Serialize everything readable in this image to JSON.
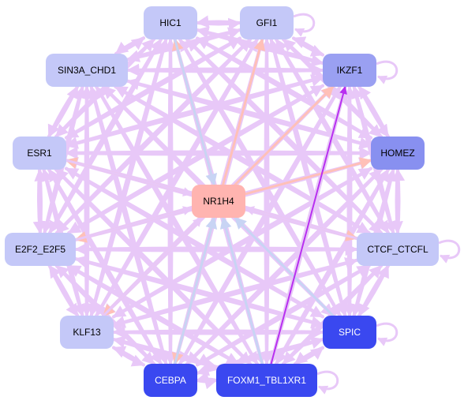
{
  "colors": {
    "background": "#ffffff",
    "edge_main": "#e8c8f8",
    "edge_salmon": "#ffc0b8",
    "edge_blue": "#c8d4f4",
    "edge_strong": "#b830f0",
    "node_pale": "#c4c8f8",
    "node_mid": "#9aa0f2",
    "node_strong": "#3a48f0",
    "node_center": "#ffb4b0"
  },
  "nodes": [
    {
      "id": "HIC1",
      "label": "HIC1",
      "fill": "#c4c8f8",
      "text": "#000000"
    },
    {
      "id": "GFI1",
      "label": "GFI1",
      "fill": "#c4c8f8",
      "text": "#000000"
    },
    {
      "id": "SIN3A_CHD1",
      "label": "SIN3A_CHD1",
      "fill": "#c4c8f8",
      "text": "#000000"
    },
    {
      "id": "IKZF1",
      "label": "IKZF1",
      "fill": "#9aa0f2",
      "text": "#000000"
    },
    {
      "id": "ESR1",
      "label": "ESR1",
      "fill": "#c4c8f8",
      "text": "#000000"
    },
    {
      "id": "HOMEZ",
      "label": "HOMEZ",
      "fill": "#8890f0",
      "text": "#000000"
    },
    {
      "id": "NR1H4",
      "label": "NR1H4",
      "fill": "#ffb4b0",
      "text": "#000000"
    },
    {
      "id": "E2F2_E2F5",
      "label": "E2F2_E2F5",
      "fill": "#c4c8f8",
      "text": "#000000"
    },
    {
      "id": "CTCF_CTCFL",
      "label": "CTCF_CTCFL",
      "fill": "#c4c8f8",
      "text": "#000000"
    },
    {
      "id": "KLF13",
      "label": "KLF13",
      "fill": "#c4c8f8",
      "text": "#000000"
    },
    {
      "id": "SPIC",
      "label": "SPIC",
      "fill": "#3a48f0",
      "text": "#ffffff"
    },
    {
      "id": "CEBPA",
      "label": "CEBPA",
      "fill": "#3a48f0",
      "text": "#ffffff"
    },
    {
      "id": "FOXM1_TBL1XR1",
      "label": "FOXM1_TBL1XR1",
      "fill": "#3a48f0",
      "text": "#ffffff"
    }
  ]
}
